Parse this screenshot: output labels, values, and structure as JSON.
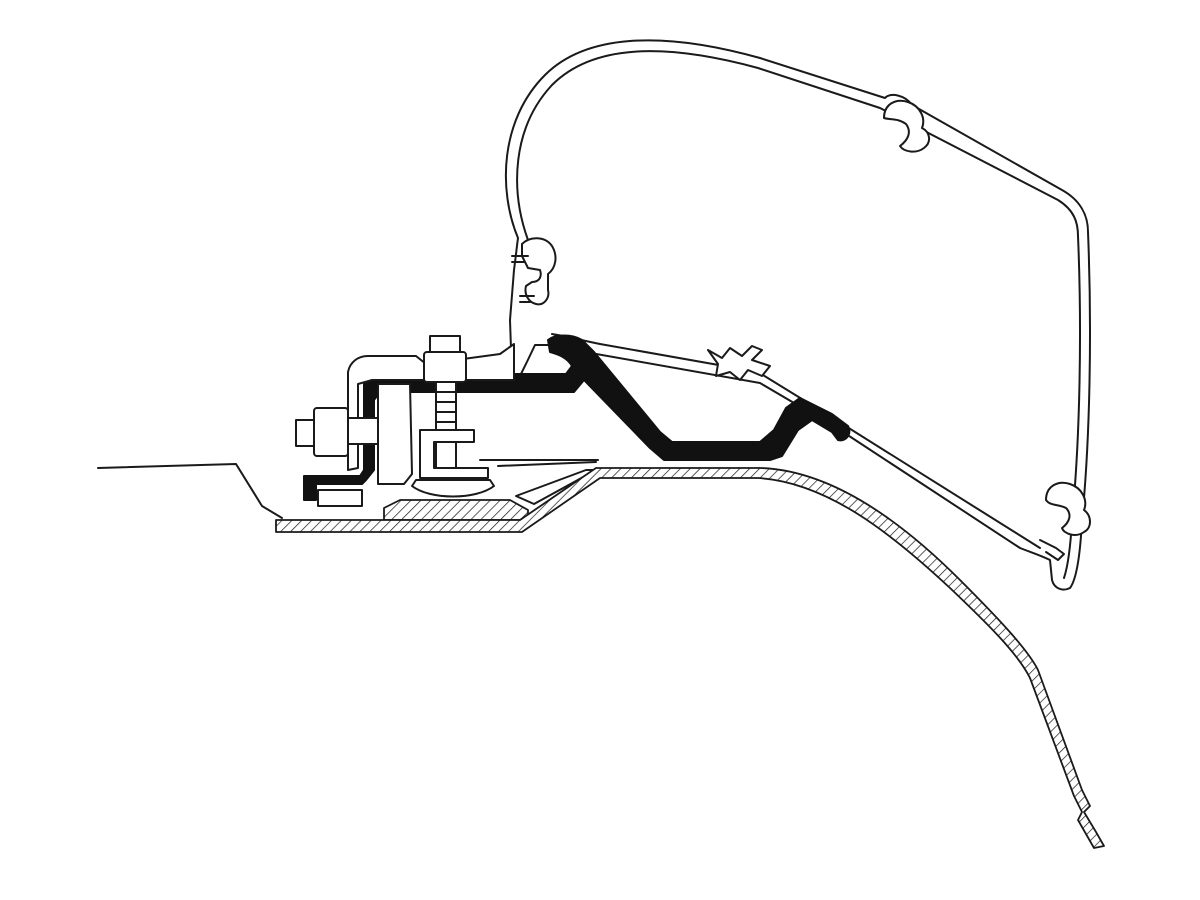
{
  "diagram": {
    "title": "",
    "colors": {
      "line": "#1a1a1a",
      "fill": "#111111",
      "background": "#ffffff"
    },
    "parts": [
      "awning-cassette",
      "adapter-bracket",
      "clamp-bolt",
      "nut",
      "roof-rail",
      "vehicle-roof-panel",
      "side-wall-panel"
    ]
  }
}
